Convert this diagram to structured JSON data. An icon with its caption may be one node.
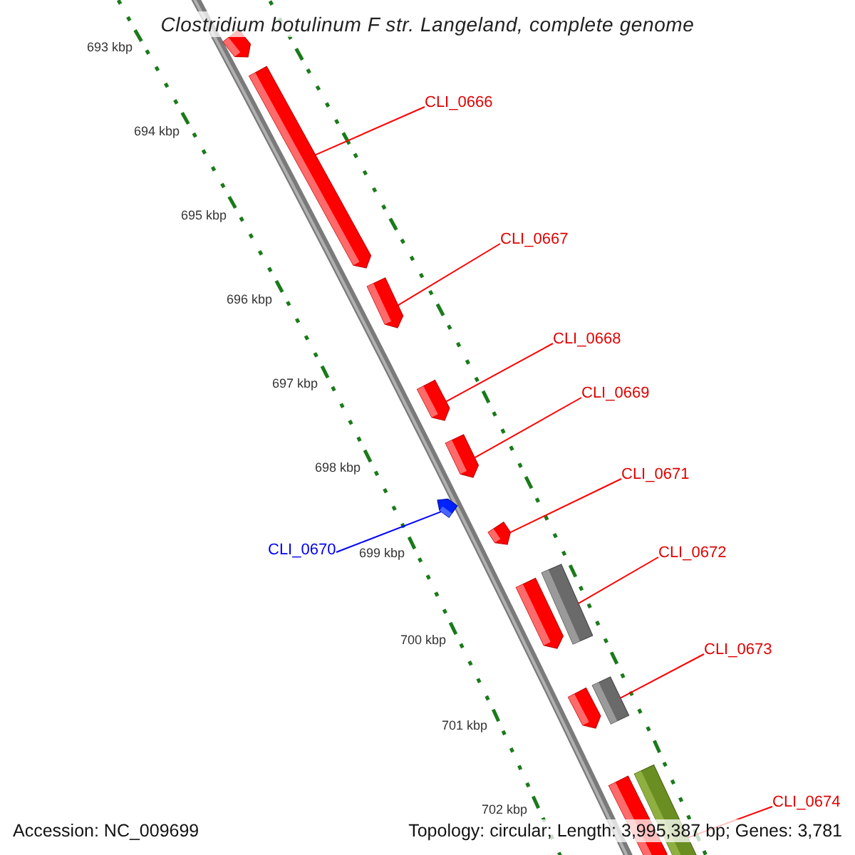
{
  "diagram": {
    "title": "Clostridium botulinum F str. Langeland, complete genome",
    "nodes": [
      {
        "text": [],
        "shape": "arrow"
      },
      {
        "text": [
          "CLI_0666"
        ]
      },
      {
        "text": [],
        "shape": "arrow"
      },
      {
        "text": [
          "CLI_0667"
        ]
      },
      {
        "text": [],
        "shape": "arrow"
      },
      {
        "text": [
          "CLI_0668"
        ]
      },
      {
        "text": [],
        "shape": "arrow"
      },
      {
        "text": [
          "CLI_0669"
        ]
      },
      {
        "text": [],
        "shape": "arrow"
      },
      {
        "text": [],
        "shape": "arrow"
      },
      {
        "text": [
          "CLI_0670"
        ]
      },
      {
        "text": [
          "CLI_0671"
        ]
      },
      {
        "text": [],
        "shape": "arrow"
      },
      {
        "text": [
          "CLI_0672"
        ]
      },
      {
        "text": [],
        "shape": "arrow"
      },
      {
        "text": [],
        "shape": "bar"
      },
      {
        "text": [
          "CLI_0673"
        ]
      },
      {
        "text": [],
        "shape": "arrow"
      },
      {
        "text": [],
        "shape": "bar"
      },
      {
        "text": [
          "CLI_0674"
        ]
      },
      {
        "text": [],
        "shape": "arrow"
      },
      {
        "text": [],
        "shape": "bar"
      }
    ],
    "edges": [
      {
        "from": 1,
        "to": 2,
        "arrow": "none"
      },
      {
        "from": 3,
        "to": 4,
        "arrow": "none"
      },
      {
        "from": 5,
        "to": 6,
        "arrow": "none"
      },
      {
        "from": 7,
        "to": 8,
        "arrow": "none"
      },
      {
        "from": 10,
        "to": 9,
        "arrow": "none",
        "color": "#0000ff"
      },
      {
        "from": 11,
        "to": 12,
        "arrow": "none"
      },
      {
        "from": 13,
        "to": 15,
        "arrow": "none"
      },
      {
        "from": 16,
        "to": 18,
        "arrow": "none"
      },
      {
        "from": 19,
        "to": 21,
        "arrow": "none"
      }
    ],
    "labels": [
      "693 kbp",
      "694 kbp",
      "695 kbp",
      "696 kbp",
      "697 kbp",
      "698 kbp",
      "699 kbp",
      "700 kbp",
      "701 kbp",
      "702 kbp",
      "Accession: NC_009699",
      "Topology: circular; Length: 3,995,387 bp; Genes: 3,781"
    ]
  }
}
